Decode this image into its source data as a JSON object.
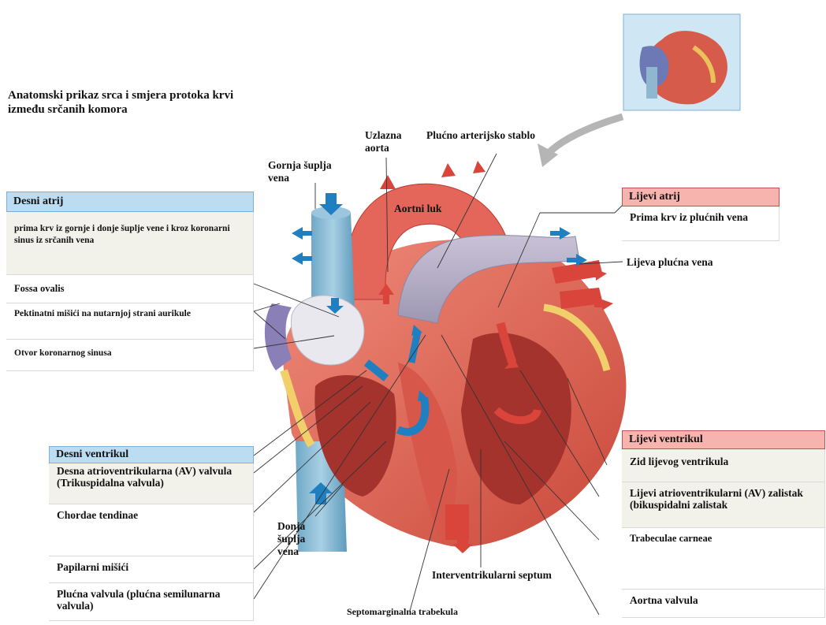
{
  "title": "Anatomski prikaz srca i smjera protoka krvi između srčanih komora",
  "labels": {
    "uzlazna_aorta": "Uzlazna aorta",
    "plucno_stablo": "Plućno arterijsko stablo",
    "gornja_supljа_vena": "Gornja šuplja vena",
    "aortni_luk": "Aortni luk",
    "lijeva_plucna_vena": "Lijeva plućna vena",
    "donja_suplja_vena": "Donja šuplja vena",
    "interventrikularni_septum": "Interventrikularni septum",
    "septomarginalna": "Septomarginalna trabekula"
  },
  "desni_atrij": {
    "header": "Desni atrij",
    "description": "prima krv iz gornje i donje šuplje vene i kroz koronarni sinus iz srčanih vena",
    "items": [
      "Fossa ovalis",
      "Pektinatni mišići na nutarnjoj strani aurikule",
      "Otvor koronarnog sinusa"
    ]
  },
  "lijevi_atrij": {
    "header": "Lijevi atrij",
    "description": "Prima krv iz plućnih vena"
  },
  "desni_ventrikul": {
    "header": "Desni ventrikul",
    "items": [
      "Desna atrioventrikularna (AV) valvula (Trikuspidalna valvula)",
      "Chordae tendinae",
      "Papilarni mišići",
      "Plućna valvula (plućna semilunarna valvula)"
    ]
  },
  "lijevi_ventrikul": {
    "header": "Lijevi ventrikul",
    "items": [
      "Zid lijevog ventrikula",
      "Lijevi atrioventrikularni (AV) zalistak (bikuspidalni zalistak",
      "Trabeculae carneae",
      "Aortna valvula"
    ]
  },
  "colors": {
    "blue_header": "#bcdcf2",
    "red_header": "#f7b3ad",
    "flow_blue": "#1f7fc0",
    "flow_red": "#d9453b"
  }
}
